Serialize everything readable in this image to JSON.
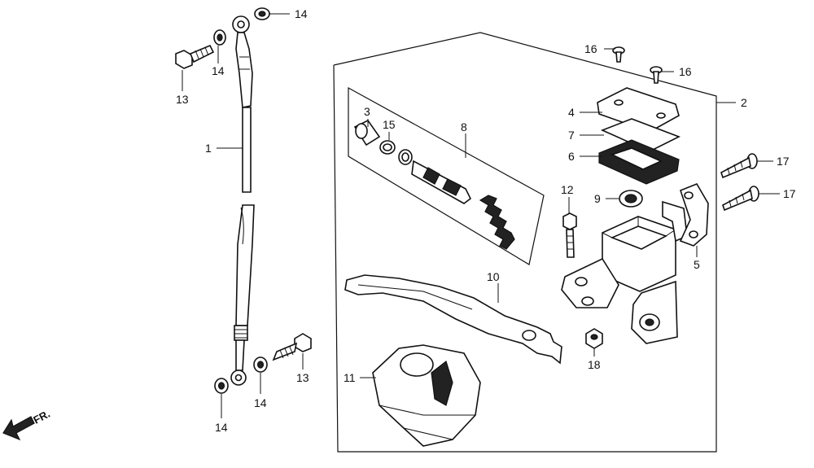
{
  "callouts": {
    "c1": "1",
    "c2": "2",
    "c3": "3",
    "c4": "4",
    "c5": "5",
    "c6": "6",
    "c7": "7",
    "c8": "8",
    "c9": "9",
    "c10": "10",
    "c11": "11",
    "c12": "12",
    "c13a": "13",
    "c13b": "13",
    "c14a": "14",
    "c14b": "14",
    "c14c": "14",
    "c14d": "14",
    "c15": "15",
    "c16a": "16",
    "c16b": "16",
    "c17a": "17",
    "c17b": "17",
    "c18": "18"
  },
  "direction_label": "FR."
}
